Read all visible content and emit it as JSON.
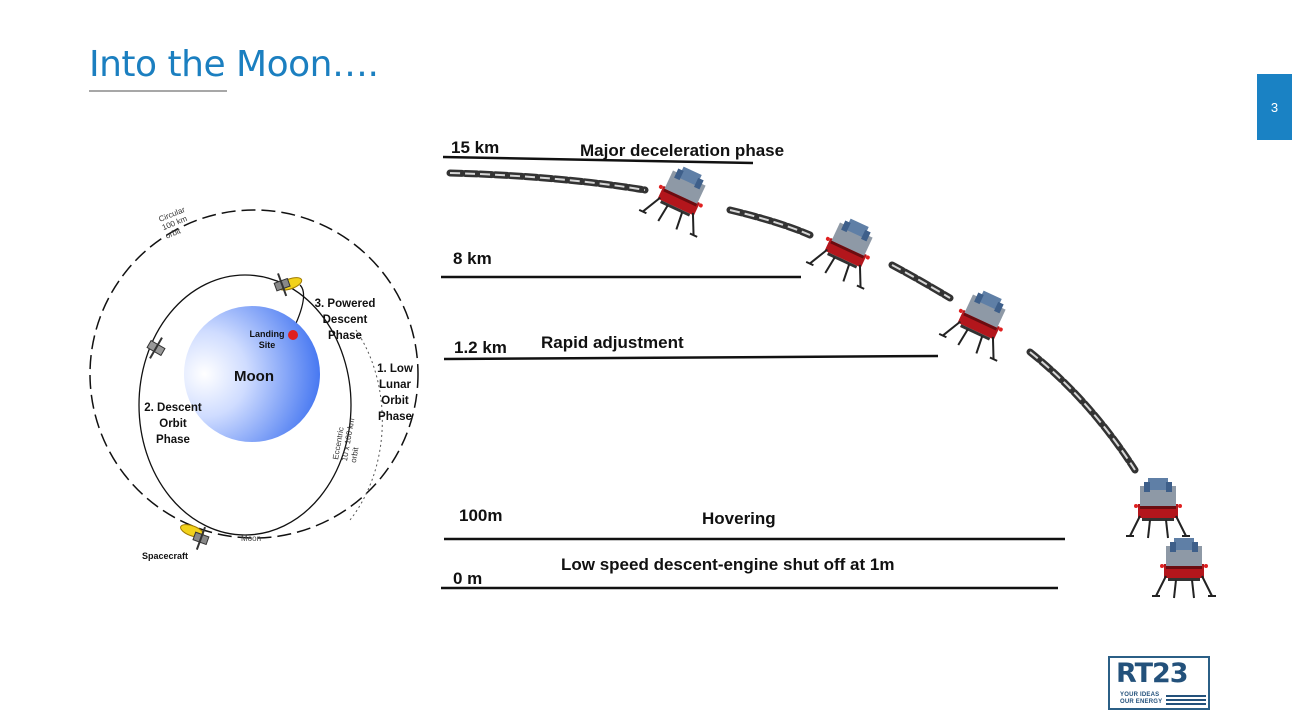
{
  "title": "Into the Moon….",
  "page_number": "3",
  "orbit_diagram": {
    "moon_label": "Moon",
    "landing_site": "Landing\nSite",
    "spacecraft": "Spacecraft",
    "moon_small": "Moon",
    "circular_orbit": "Circular\n100 km\norbit",
    "eccentric_orbit": "Eccentric\n10 x 100 km\norbit",
    "phase_1": "1. Low\nLunar\nOrbit\nPhase",
    "phase_2": "2. Descent\nOrbit\nPhase",
    "phase_3": "3. Powered\nDescent\nPhase"
  },
  "descent": {
    "alt_15km": "15 km",
    "major_decel": "Major deceleration phase",
    "alt_8km": "8 km",
    "alt_1_2km": "1.2 km",
    "rapid_adj": "Rapid adjustment",
    "alt_100m": "100m",
    "hovering": "Hovering",
    "alt_0m": "0 m",
    "low_speed": "Low speed descent-engine shut off at 1m"
  },
  "logo": {
    "main": "RT23",
    "line1": "YOUR IDEAS",
    "line2": "OUR ENERGY"
  },
  "colors": {
    "title": "#1b7fc0",
    "tab": "#1a82c4",
    "moon_inner": "#ffffff",
    "moon_outer": "#3b6ff0",
    "lander_red": "#b3161c",
    "logo": "#23517b"
  }
}
